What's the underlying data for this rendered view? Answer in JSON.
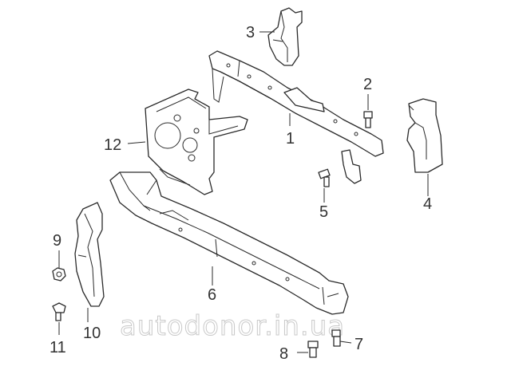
{
  "diagram": {
    "accent": "#f0a030",
    "line_color": "#2a2a2a",
    "callouts": [
      "1",
      "2",
      "3",
      "4",
      "5",
      "6",
      "7",
      "8",
      "9",
      "10",
      "11",
      "12"
    ],
    "watermark": "autodonor.in.ua"
  }
}
